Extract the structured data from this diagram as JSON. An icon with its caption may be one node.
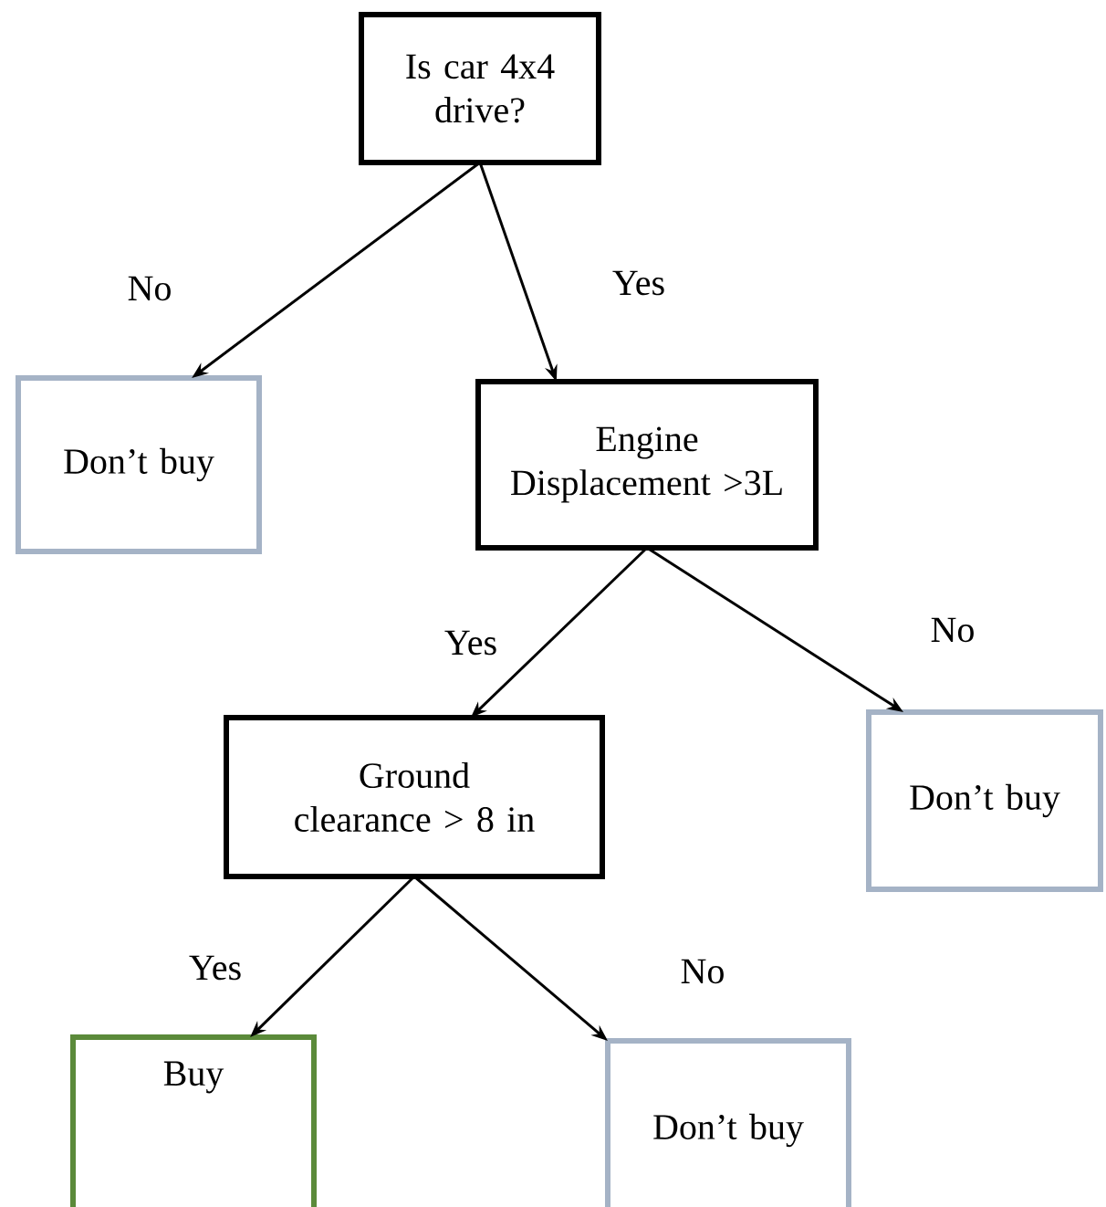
{
  "diagram": {
    "nodes": [
      {
        "text": [
          "Is car 4x4 drive?"
        ]
      },
      {
        "text": [
          "Don’t buy"
        ]
      },
      {
        "text": [
          "Engine Displacement >3L"
        ]
      },
      {
        "text": [
          "Don’t buy"
        ]
      },
      {
        "text": [
          "Ground clearance > 8 in"
        ]
      },
      {
        "text": [
          "Buy"
        ]
      },
      {
        "text": [
          "Don’t buy"
        ]
      }
    ],
    "edges": [
      {
        "from": 0,
        "to": 1,
        "arrow": "to",
        "label": "No"
      },
      {
        "from": 0,
        "to": 2,
        "arrow": "to",
        "label": "Yes"
      },
      {
        "from": 2,
        "to": 4,
        "arrow": "to",
        "label": "Yes"
      },
      {
        "from": 2,
        "to": 3,
        "arrow": "to",
        "label": "No"
      },
      {
        "from": 4,
        "to": 5,
        "arrow": "to",
        "label": "Yes"
      },
      {
        "from": 4,
        "to": 6,
        "arrow": "to",
        "label": "No"
      }
    ]
  }
}
